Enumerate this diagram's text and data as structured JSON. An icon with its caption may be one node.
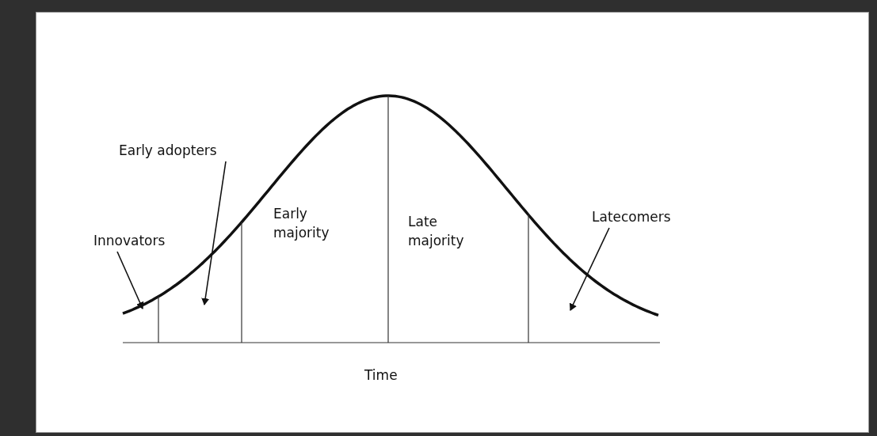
{
  "diagram": {
    "nodes": [
      {
        "text": [
          "Innovators"
        ]
      },
      {
        "text": [
          "Early adopters"
        ]
      },
      {
        "text": [
          "Latecomers"
        ]
      }
    ],
    "edges": [
      {
        "from": 0,
        "to": null,
        "arrow": "to"
      },
      {
        "from": 1,
        "to": null,
        "arrow": "to"
      },
      {
        "from": 2,
        "to": null,
        "arrow": "to"
      }
    ],
    "labels": [
      "Early majority",
      "Late majority",
      "Time"
    ]
  }
}
